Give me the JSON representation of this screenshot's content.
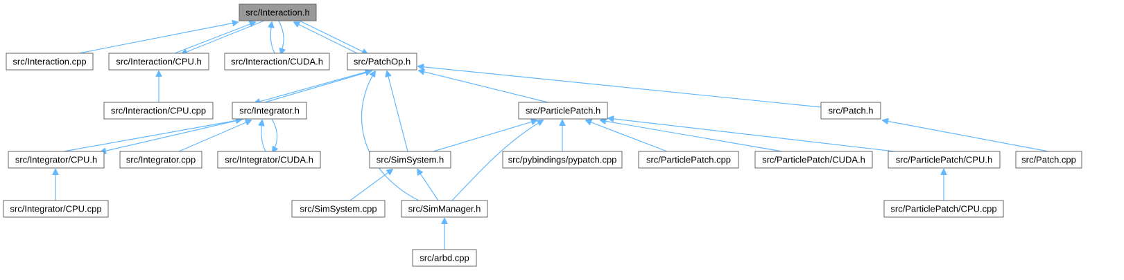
{
  "colors": {
    "edge": "#63b8ff",
    "node_border": "#666666",
    "node_fill": "#ffffff",
    "root_fill": "#999999",
    "text": "#000000"
  },
  "nodes": [
    {
      "id": "interaction_h",
      "label": "src/Interaction.h",
      "root": true
    },
    {
      "id": "interaction_cpp",
      "label": "src/Interaction.cpp"
    },
    {
      "id": "interaction_cpu_h",
      "label": "src/Interaction/CPU.h"
    },
    {
      "id": "interaction_cuda_h",
      "label": "src/Interaction/CUDA.h"
    },
    {
      "id": "patchop_h",
      "label": "src/PatchOp.h"
    },
    {
      "id": "interaction_cpu_cpp",
      "label": "src/Interaction/CPU.cpp"
    },
    {
      "id": "integrator_h",
      "label": "src/Integrator.h"
    },
    {
      "id": "particlepatch_h",
      "label": "src/ParticlePatch.h"
    },
    {
      "id": "patch_h",
      "label": "src/Patch.h"
    },
    {
      "id": "integrator_cpu_h",
      "label": "src/Integrator/CPU.h"
    },
    {
      "id": "integrator_cpp",
      "label": "src/Integrator.cpp"
    },
    {
      "id": "integrator_cuda_h",
      "label": "src/Integrator/CUDA.h"
    },
    {
      "id": "simsystem_h",
      "label": "src/SimSystem.h"
    },
    {
      "id": "pypatch_cpp",
      "label": "src/pybindings/pypatch.cpp"
    },
    {
      "id": "particlepatch_cpp",
      "label": "src/ParticlePatch.cpp"
    },
    {
      "id": "particlepatch_cuda_h",
      "label": "src/ParticlePatch/CUDA.h"
    },
    {
      "id": "particlepatch_cpu_h",
      "label": "src/ParticlePatch/CPU.h"
    },
    {
      "id": "patch_cpp",
      "label": "src/Patch.cpp"
    },
    {
      "id": "integrator_cpu_cpp",
      "label": "src/Integrator/CPU.cpp"
    },
    {
      "id": "simsystem_cpp",
      "label": "src/SimSystem.cpp"
    },
    {
      "id": "simmanager_h",
      "label": "src/SimManager.h"
    },
    {
      "id": "particlepatch_cpu_cpp",
      "label": "src/ParticlePatch/CPU.cpp"
    },
    {
      "id": "arbd_cpp",
      "label": "src/arbd.cpp"
    }
  ],
  "edges": [
    {
      "from": "interaction_cpp",
      "to": "interaction_h"
    },
    {
      "from": "interaction_cpu_h",
      "to": "interaction_h"
    },
    {
      "from": "interaction_h",
      "to": "interaction_cpu_h"
    },
    {
      "from": "interaction_cuda_h",
      "to": "interaction_h"
    },
    {
      "from": "interaction_h",
      "to": "interaction_cuda_h"
    },
    {
      "from": "patchop_h",
      "to": "interaction_h"
    },
    {
      "from": "interaction_h",
      "to": "patchop_h"
    },
    {
      "from": "interaction_cpu_cpp",
      "to": "interaction_cpu_h"
    },
    {
      "from": "integrator_h",
      "to": "patchop_h"
    },
    {
      "from": "patchop_h",
      "to": "integrator_h"
    },
    {
      "from": "particlepatch_h",
      "to": "patchop_h"
    },
    {
      "from": "patch_h",
      "to": "patchop_h"
    },
    {
      "from": "simsystem_h",
      "to": "patchop_h"
    },
    {
      "from": "simmanager_h",
      "to": "patchop_h"
    },
    {
      "from": "integrator_cpu_h",
      "to": "integrator_h"
    },
    {
      "from": "integrator_h",
      "to": "integrator_cpu_h"
    },
    {
      "from": "integrator_cpp",
      "to": "integrator_h"
    },
    {
      "from": "integrator_cuda_h",
      "to": "integrator_h"
    },
    {
      "from": "integrator_h",
      "to": "integrator_cuda_h"
    },
    {
      "from": "simsystem_h",
      "to": "particlepatch_h"
    },
    {
      "from": "simmanager_h",
      "to": "particlepatch_h"
    },
    {
      "from": "pypatch_cpp",
      "to": "particlepatch_h"
    },
    {
      "from": "particlepatch_cpp",
      "to": "particlepatch_h"
    },
    {
      "from": "particlepatch_cuda_h",
      "to": "particlepatch_h"
    },
    {
      "from": "particlepatch_cpu_h",
      "to": "particlepatch_h"
    },
    {
      "from": "patch_cpp",
      "to": "patch_h"
    },
    {
      "from": "integrator_cpu_cpp",
      "to": "integrator_cpu_h"
    },
    {
      "from": "simsystem_cpp",
      "to": "simsystem_h"
    },
    {
      "from": "simmanager_h",
      "to": "simsystem_h"
    },
    {
      "from": "particlepatch_cpu_cpp",
      "to": "particlepatch_cpu_h"
    },
    {
      "from": "arbd_cpp",
      "to": "simmanager_h"
    }
  ]
}
